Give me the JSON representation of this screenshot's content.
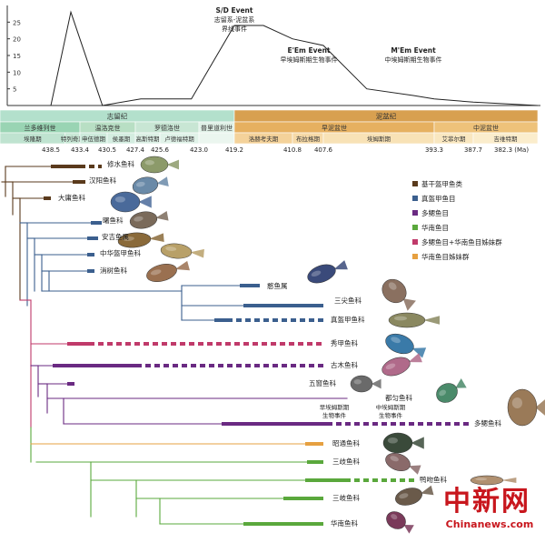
{
  "chart_data": {
    "type": "line",
    "y_ticks": [
      "5",
      "10",
      "15",
      "20",
      "25"
    ],
    "ylim": [
      0,
      30
    ],
    "x": [
      438.5,
      435.0,
      431.0,
      427.0,
      423.5,
      419.2,
      415.0,
      410.8,
      407.6,
      402.0,
      396.0,
      393.3,
      387.7,
      382.3
    ],
    "values": [
      0,
      28,
      0,
      2,
      2,
      24,
      24,
      20,
      18,
      5,
      3,
      2,
      1,
      0
    ],
    "annotations": [
      {
        "lines": [
          "S/D Event",
          "志留系-泥盆系",
          "界线事件"
        ],
        "x": 419.2
      },
      {
        "lines": [
          "E'Em Event",
          "早埃姆斯期生物事件"
        ],
        "x": 410.8
      },
      {
        "lines": [
          "M'Em Event",
          "中埃姆斯期生物事件"
        ],
        "x": 402.0
      }
    ]
  },
  "timescale": {
    "periods": [
      {
        "label": "志留纪",
        "from": 438.5,
        "to": 419.2,
        "color": "#b3e0cc"
      },
      {
        "label": "泥盆纪",
        "from": 419.2,
        "to": 382.3,
        "color": "#d8a050"
      }
    ],
    "epochs": [
      {
        "label": "兰多维列世",
        "from": 438.5,
        "to": 433.4,
        "color": "#99d4b3"
      },
      {
        "label": "温洛克世",
        "from": 433.4,
        "to": 427.4,
        "color": "#b8dfc4"
      },
      {
        "label": "罗德洛世",
        "from": 427.4,
        "to": 423.0,
        "color": "#c8e6d4"
      },
      {
        "label": "普里道利世",
        "from": 423.0,
        "to": 419.2,
        "color": "#dff0e6"
      },
      {
        "label": "早泥盆世",
        "from": 419.2,
        "to": 393.3,
        "color": "#e6b060"
      },
      {
        "label": "中泥盆世",
        "from": 393.3,
        "to": 382.3,
        "color": "#eec27a"
      }
    ],
    "ages": [
      {
        "label": "埃隆期",
        "from": 438.5,
        "to": 436.0,
        "color": "#bfe3d0"
      },
      {
        "label": "特列奇期",
        "from": 436.0,
        "to": 433.4,
        "color": "#c9e8d6"
      },
      {
        "label": "申伍德期",
        "from": 433.4,
        "to": 430.5,
        "color": "#cdeadb"
      },
      {
        "label": "侯墨期",
        "from": 430.5,
        "to": 427.4,
        "color": "#d4ede0"
      },
      {
        "label": "高斯特期",
        "from": 427.4,
        "to": 425.6,
        "color": "#dcf0e5"
      },
      {
        "label": "卢德福特期",
        "from": 425.6,
        "to": 423.0,
        "color": "#e0f2e8"
      },
      {
        "label": "",
        "from": 423.0,
        "to": 419.2,
        "color": "#ebf6ef"
      },
      {
        "label": "洛赫考夫期",
        "from": 419.2,
        "to": 410.8,
        "color": "#f4d29a"
      },
      {
        "label": "布拉格期",
        "from": 410.8,
        "to": 407.6,
        "color": "#f6daa8"
      },
      {
        "label": "埃姆斯期",
        "from": 407.6,
        "to": 393.3,
        "color": "#f8e2b6"
      },
      {
        "label": "艾菲尔期",
        "from": 393.3,
        "to": 387.7,
        "color": "#f9e7c0"
      },
      {
        "label": "吉维特期",
        "from": 387.7,
        "to": 382.3,
        "color": "#fbedcc"
      }
    ],
    "boundaries": [
      "438.5",
      "433.4",
      "430.5",
      "427.4",
      "425.6",
      "423.0",
      "419.2",
      "410.8",
      "407.6",
      "393.3",
      "387.7",
      "382.3 (Ma)"
    ]
  },
  "legend": [
    {
      "label": "基干盔甲鱼类",
      "color": "#5a3a1c"
    },
    {
      "label": "真盔甲鱼目",
      "color": "#3b5f8e"
    },
    {
      "label": "多鳃鱼目",
      "color": "#6a2a82"
    },
    {
      "label": "华南鱼目",
      "color": "#5aa83c"
    },
    {
      "label": "多鳃鱼目+华南鱼目姊妹群",
      "color": "#c03a6a"
    },
    {
      "label": "华南鱼目姊妹群",
      "color": "#e6a040"
    }
  ],
  "taxa": [
    {
      "label": "修水鱼科"
    },
    {
      "label": "汉阳鱼科"
    },
    {
      "label": "大庸鱼科"
    },
    {
      "label": "曙鱼科"
    },
    {
      "label": "安吉鱼属"
    },
    {
      "label": "中华盔甲鱼科"
    },
    {
      "label": "消树鱼科"
    },
    {
      "label": "憨鱼属"
    },
    {
      "label": "三尖鱼科"
    },
    {
      "label": "真盔甲鱼科"
    },
    {
      "label": "秀甲鱼科"
    },
    {
      "label": "古木鱼科"
    },
    {
      "label": "五窗鱼科"
    },
    {
      "label": "都匀鱼科"
    },
    {
      "label": "多鳃鱼科"
    },
    {
      "label": "昭通鱼科"
    },
    {
      "label": "三歧鱼科"
    },
    {
      "label": "鸭吻鱼科"
    },
    {
      "label": "三岐鱼科"
    },
    {
      "label": "华南鱼科"
    }
  ],
  "node_labels": [
    {
      "lines": [
        "早埃姆斯期",
        "生物事件"
      ]
    },
    {
      "lines": [
        "中埃姆斯期",
        "生物事件"
      ]
    }
  ],
  "watermark": {
    "cn": "中新网",
    "en": "Chinanews.com"
  }
}
